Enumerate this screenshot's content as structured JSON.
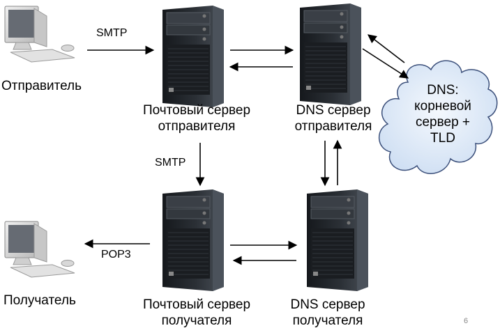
{
  "nodes": {
    "sender": "Отправитель",
    "receiver": "Получатель",
    "sender_mail_server": [
      "Почтовый сервер",
      "отправителя"
    ],
    "sender_dns_server": [
      "DNS сервер",
      "отправителя"
    ],
    "receiver_mail_server": [
      "Почтовый сервер",
      "получателя"
    ],
    "receiver_dns_server": [
      "DNS сервер",
      "получателя"
    ],
    "dns_cloud": [
      "DNS:",
      "корневой",
      "сервер +",
      "TLD"
    ]
  },
  "protocols": {
    "sender_to_server": "SMTP",
    "server_to_server": "SMTP",
    "server_to_receiver": "POP3"
  },
  "page_number": "6",
  "colors": {
    "server_body": "#262a30",
    "server_front": "#1b1e22",
    "monitor": "#d6d6d6",
    "cloud_fill": "#dde9f7",
    "cloud_stroke": "#3b4f7a"
  }
}
